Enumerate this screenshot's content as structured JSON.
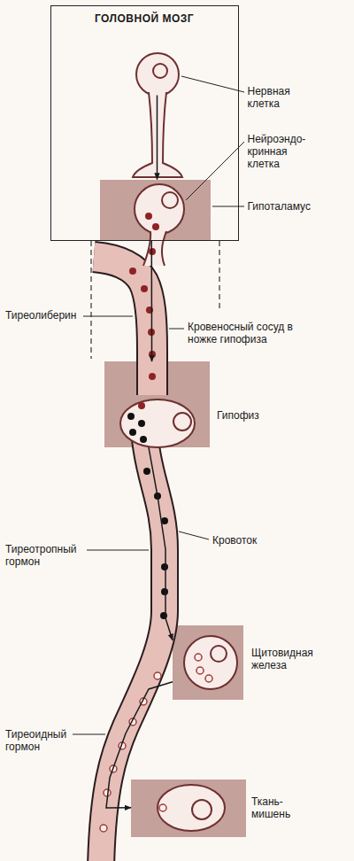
{
  "diagram": {
    "nodes": [
      {
        "text": [
          "ГОЛОВНОЙ МОЗГ"
        ]
      },
      {
        "text": [
          "Нервная клетка"
        ],
        "in": 0
      },
      {
        "text": [
          "Нейроэндо-кринная клетка",
          "Гипоталамус"
        ],
        "in": 0
      },
      {
        "text": [
          "Гипофиз"
        ]
      },
      {
        "text": [
          "Щитовидная железа"
        ]
      },
      {
        "text": [
          "Ткань-мишень"
        ]
      }
    ],
    "edges": [
      {
        "from": 1,
        "to": 2,
        "arrow": "to"
      },
      {
        "from": 2,
        "to": 3,
        "arrow": "to"
      },
      {
        "from": 3,
        "to": 4,
        "arrow": "to"
      },
      {
        "from": 4,
        "to": 5,
        "arrow": "to"
      }
    ],
    "labels": [
      "Тиреолиберин",
      "Кровеносный сосуд в ножке гипофиза",
      "Кровоток",
      "Тиреотропный гормон",
      "Тиреоидный гормон"
    ]
  }
}
